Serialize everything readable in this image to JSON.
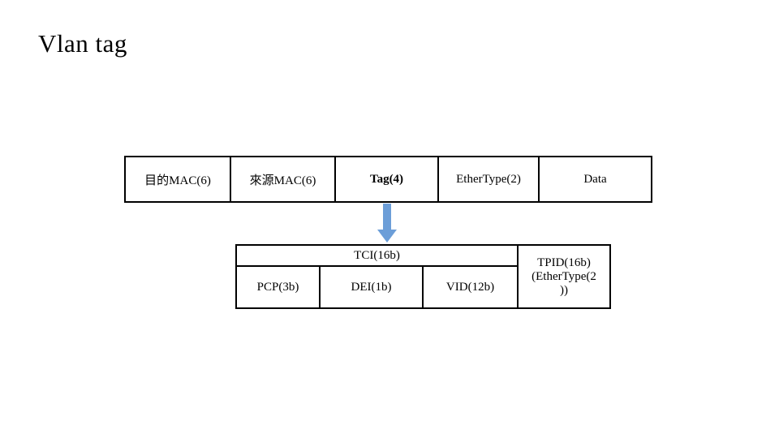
{
  "slide": {
    "title": "Vlan tag",
    "background": "#FFFFFF"
  },
  "frame": {
    "cells": [
      {
        "label": "目的MAC(6)"
      },
      {
        "label": "來源MAC(6)"
      },
      {
        "label": "Tag(4)"
      },
      {
        "label": "EtherType(2)"
      },
      {
        "label": "Data"
      }
    ]
  },
  "tag_detail": {
    "tci_label": "TCI(16b)",
    "pcp_label": "PCP(3b)",
    "dei_label": "DEI(1b)",
    "vid_label": "VID(12b)",
    "tpid_lines": {
      "line1": "TPID(16b)",
      "line2": "(EtherType(2",
      "line3": "))"
    }
  },
  "icons": {
    "down_arrow": "down-arrow"
  },
  "colors": {
    "arrow_blue": "#6C9ED8",
    "border": "#000000",
    "text": "#000000",
    "background": "#FFFFFF"
  }
}
